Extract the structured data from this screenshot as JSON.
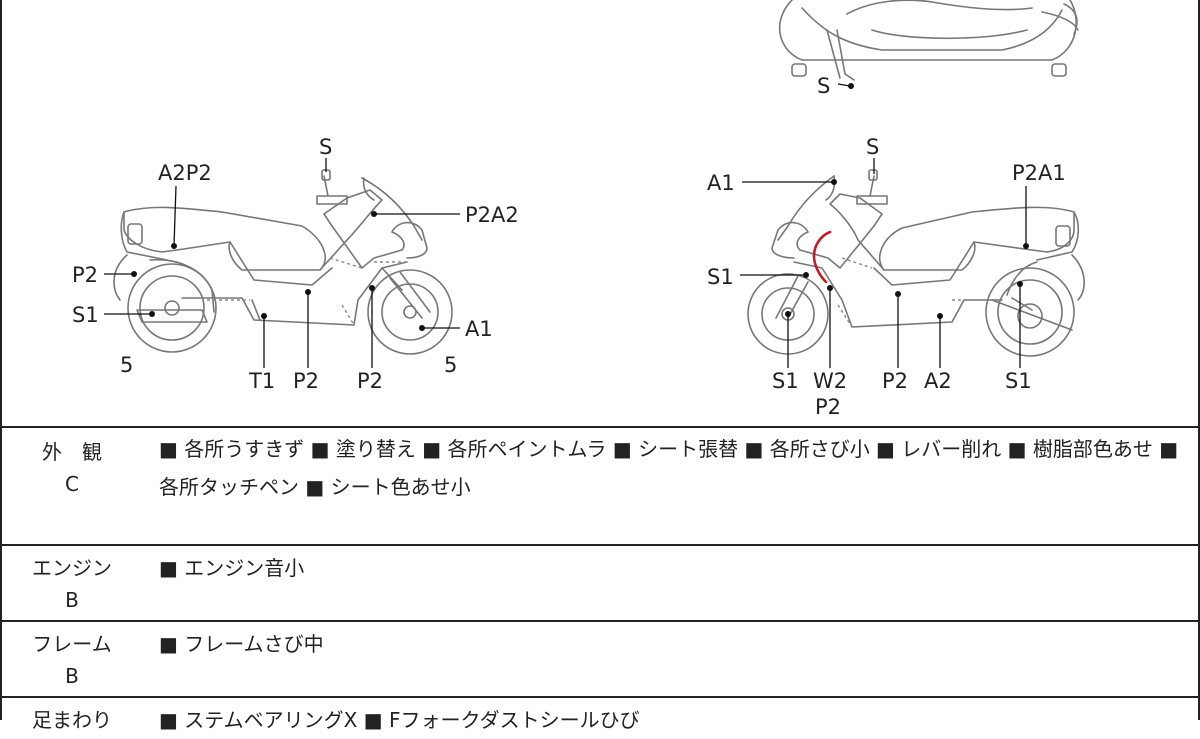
{
  "diagram": {
    "views": [
      {
        "name": "top-view",
        "labels": [
          "S"
        ]
      },
      {
        "name": "left-side-view",
        "labels": [
          "S",
          "A2P2",
          "P2A2",
          "P2",
          "S1",
          "A1",
          "5",
          "T1",
          "P2",
          "P2",
          "5"
        ]
      },
      {
        "name": "right-side-view",
        "labels": [
          "S",
          "A1",
          "P2A1",
          "S1",
          "S1",
          "W2",
          "P2",
          "P2",
          "A2",
          "S1"
        ]
      }
    ]
  },
  "sections": [
    {
      "category": "外　観",
      "grade": "C",
      "description": "■ 各所うすきず ■ 塗り替え ■ 各所ペイントムラ ■ シート張替 ■ 各所さび小 ■ レバー削れ ■ 樹脂部色あせ ■ 各所タッチペン ■ シート色あせ小"
    },
    {
      "category": "エンジン",
      "grade": "B",
      "description": "■ エンジン音小"
    },
    {
      "category": "フレーム",
      "grade": "B",
      "description": "■ フレームさび中"
    },
    {
      "category": "足まわり",
      "grade": "",
      "description": "■ ステムベアリングX ■ Fフォークダストシールひび"
    }
  ],
  "colors": {
    "line": "#777777",
    "text": "#222222",
    "damage_mark": "#c0202a"
  }
}
